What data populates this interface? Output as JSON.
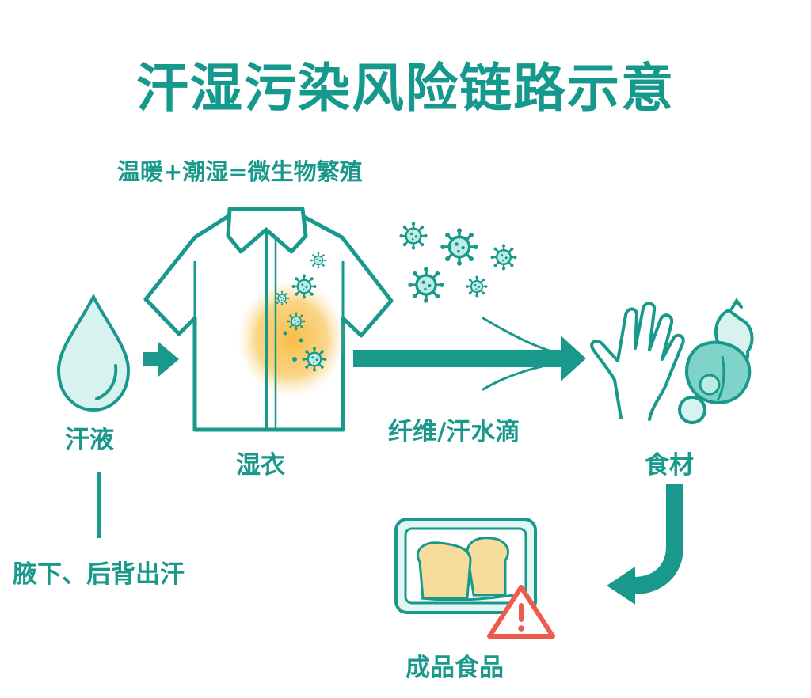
{
  "title": "汗湿污染风险链路示意",
  "labels": {
    "condition": "温暖+潮湿=微生物繁殖",
    "sweat": "汗液",
    "wet_clothes": "湿衣",
    "transfer": "纤维/汗水滴",
    "ingredients": "食材",
    "sweat_source": "腋下、后背出汗",
    "finished_food": "成品食品"
  },
  "colors": {
    "teal": "#18998c",
    "teal_light": "#d6f2ef",
    "stain": "#f5c24a",
    "bread": "#f6dd9c",
    "warning_red": "#ef5a4f"
  },
  "icons": [
    "water-drop-icon",
    "shirt-icon",
    "germ-icon",
    "hand-icon",
    "vegetables-icon",
    "bread-tray-icon",
    "warning-icon"
  ]
}
